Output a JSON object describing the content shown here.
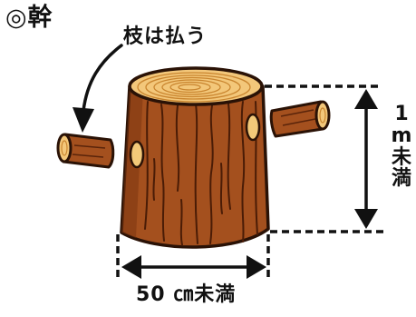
{
  "diagram": {
    "title": "◎幹",
    "annotations": {
      "branch_note": "枝は払う",
      "height_limit": "1m未満",
      "height_limit_chars": [
        "1",
        "m",
        "未",
        "満"
      ],
      "width_limit": "50 ㎝未満"
    },
    "colors": {
      "trunk_bark": "#a4501e",
      "trunk_shadow": "#7b3410",
      "trunk_cut_face": "#f3c77a",
      "growth_rings": "#c9852f",
      "branch_scar": "#f2c979",
      "outline": "#2a1206",
      "text": "#111111"
    },
    "icons": [
      "curved-arrow-icon",
      "height-arrow-icon",
      "width-arrow-icon"
    ]
  }
}
